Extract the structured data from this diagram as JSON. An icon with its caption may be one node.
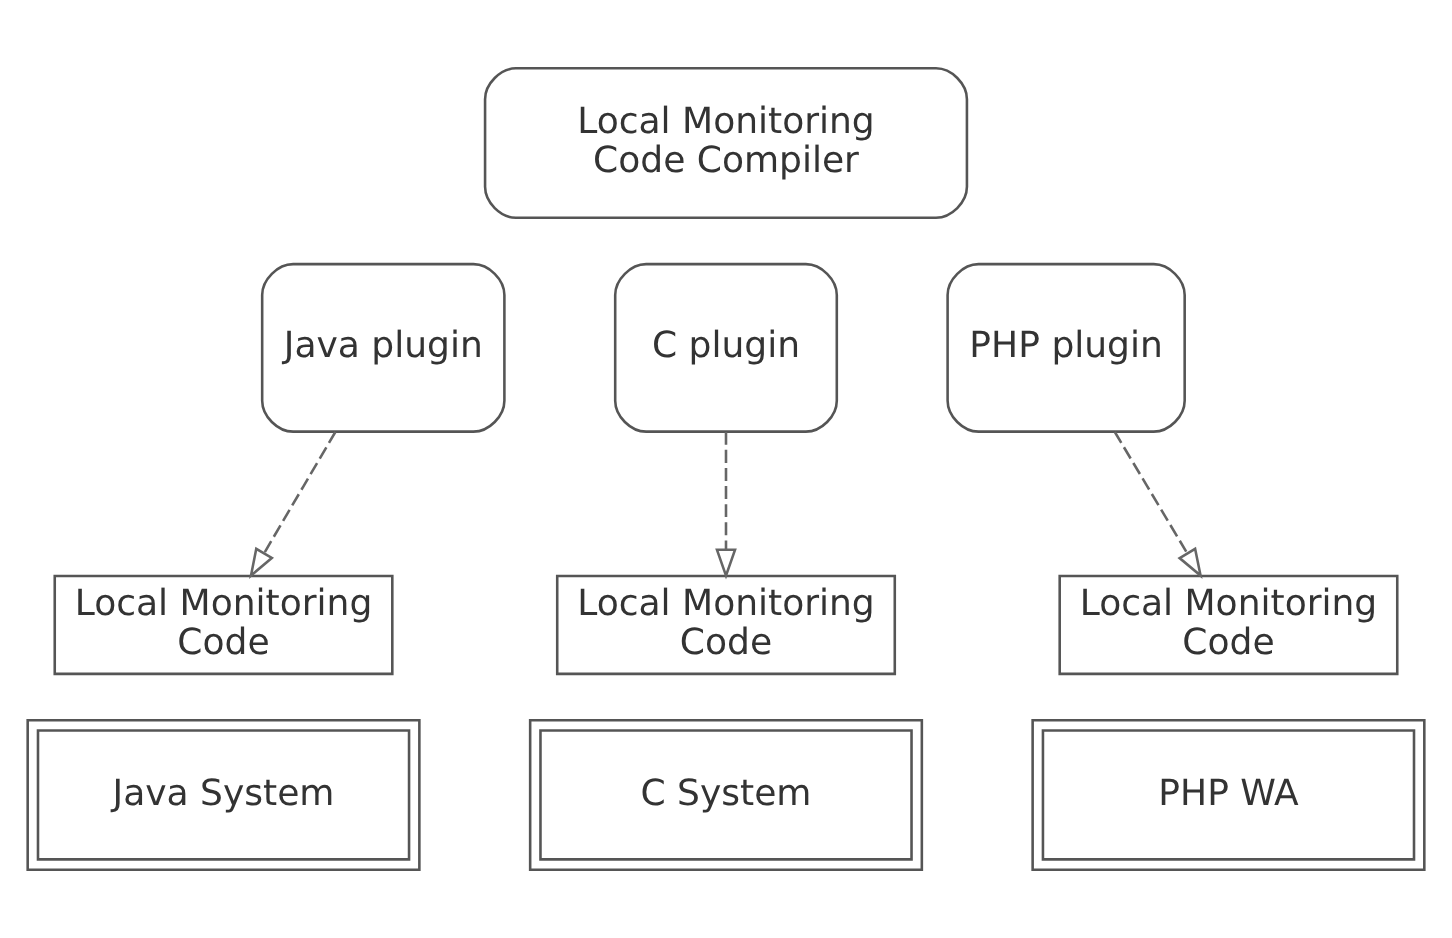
{
  "diagram": {
    "nodes": [
      {
        "text": [
          "Local Monitoring Code Compiler"
        ]
      },
      {
        "text": [
          "Java plugin"
        ]
      },
      {
        "text": [
          "C plugin"
        ]
      },
      {
        "text": [
          "PHP plugin"
        ]
      },
      {
        "text": [
          "Local Monitoring Code"
        ]
      },
      {
        "text": [
          "Local Monitoring Code"
        ]
      },
      {
        "text": [
          "Local Monitoring Code"
        ]
      },
      {
        "text": [
          "Java System"
        ]
      },
      {
        "text": [
          "C System"
        ]
      },
      {
        "text": [
          "PHP WA"
        ]
      }
    ],
    "edges": [
      {
        "from": 1,
        "to": 4,
        "arrow": "to",
        "style": "dashed"
      },
      {
        "from": 2,
        "to": 5,
        "arrow": "to",
        "style": "dashed"
      },
      {
        "from": 3,
        "to": 6,
        "arrow": "to",
        "style": "dashed"
      }
    ]
  }
}
